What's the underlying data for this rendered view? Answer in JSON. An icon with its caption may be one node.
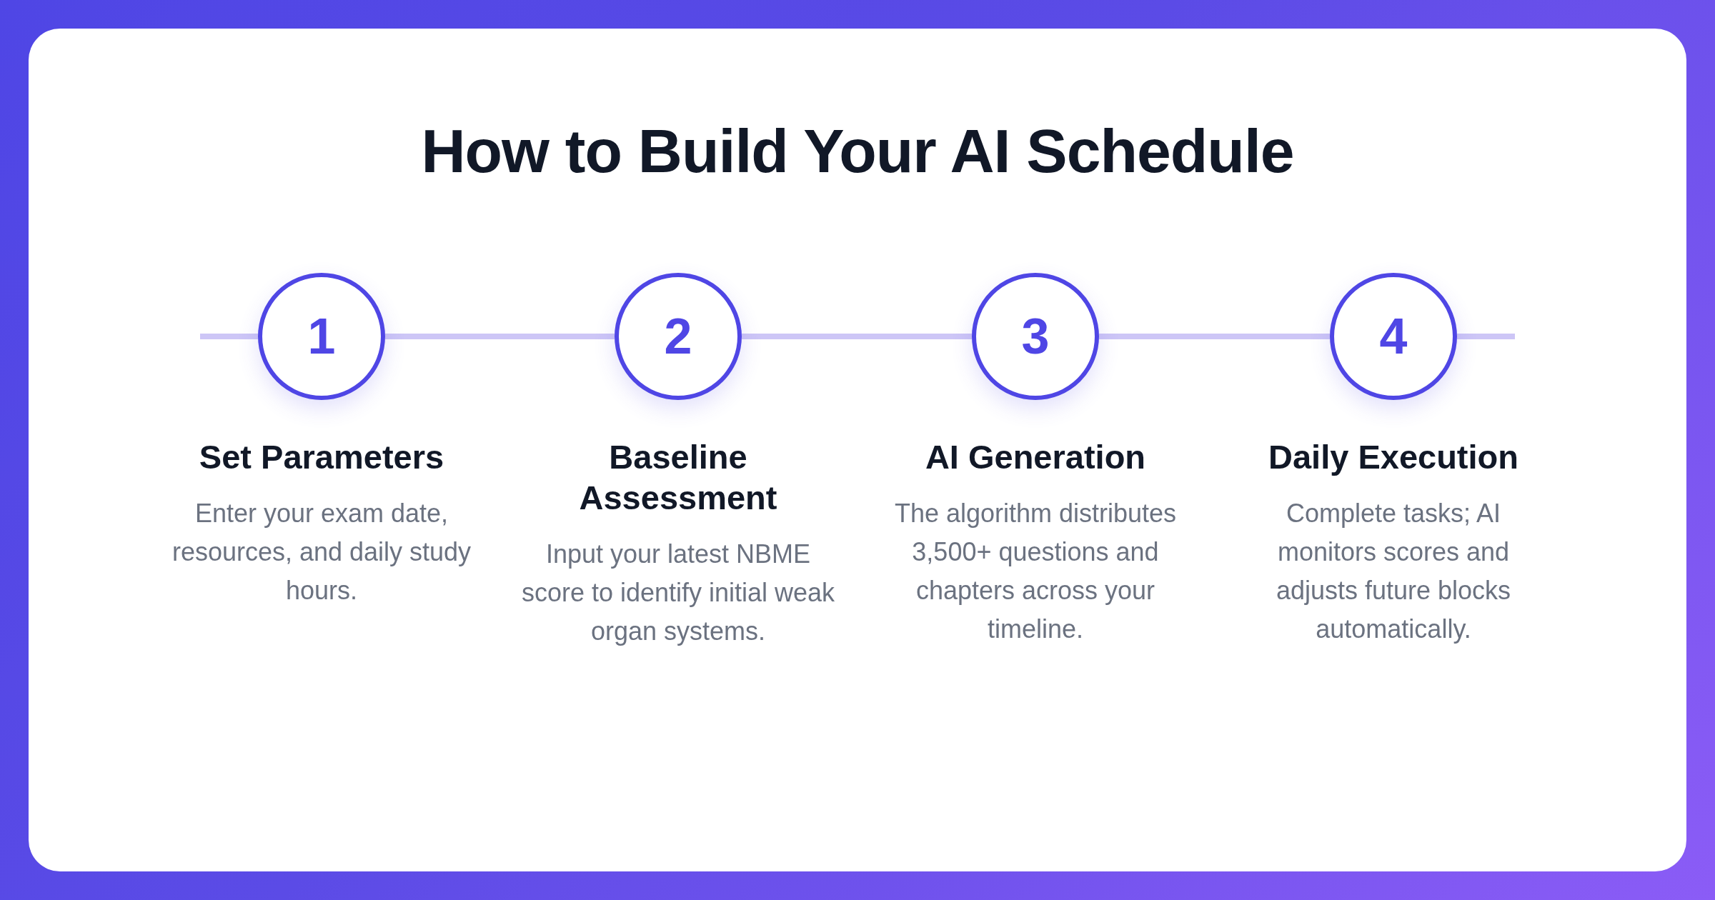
{
  "diagram": {
    "title": "How to Build Your AI Schedule",
    "nodes": [
      {
        "text": [
          "1"
        ],
        "beside": [
          "Set Parameters",
          "Enter your exam date, resources, and daily study hours."
        ]
      },
      {
        "text": [
          "2"
        ],
        "beside": [
          "Baseline Assessment",
          "Input your latest NBME score to identify initial weak organ systems."
        ]
      },
      {
        "text": [
          "3"
        ],
        "beside": [
          "AI Generation",
          "The algorithm distributes 3,500+ questions and chapters across your timeline."
        ]
      },
      {
        "text": [
          "4"
        ],
        "beside": [
          "Daily Execution",
          "Complete tasks; AI monitors scores and adjusts future blocks automatically."
        ]
      }
    ],
    "edges": [
      {
        "from": null,
        "to": 0,
        "arrow": "none"
      },
      {
        "from": 0,
        "to": 1,
        "arrow": "none"
      },
      {
        "from": 1,
        "to": 2,
        "arrow": "none"
      },
      {
        "from": 2,
        "to": 3,
        "arrow": "none"
      },
      {
        "from": 3,
        "to": null,
        "arrow": "none"
      }
    ]
  }
}
